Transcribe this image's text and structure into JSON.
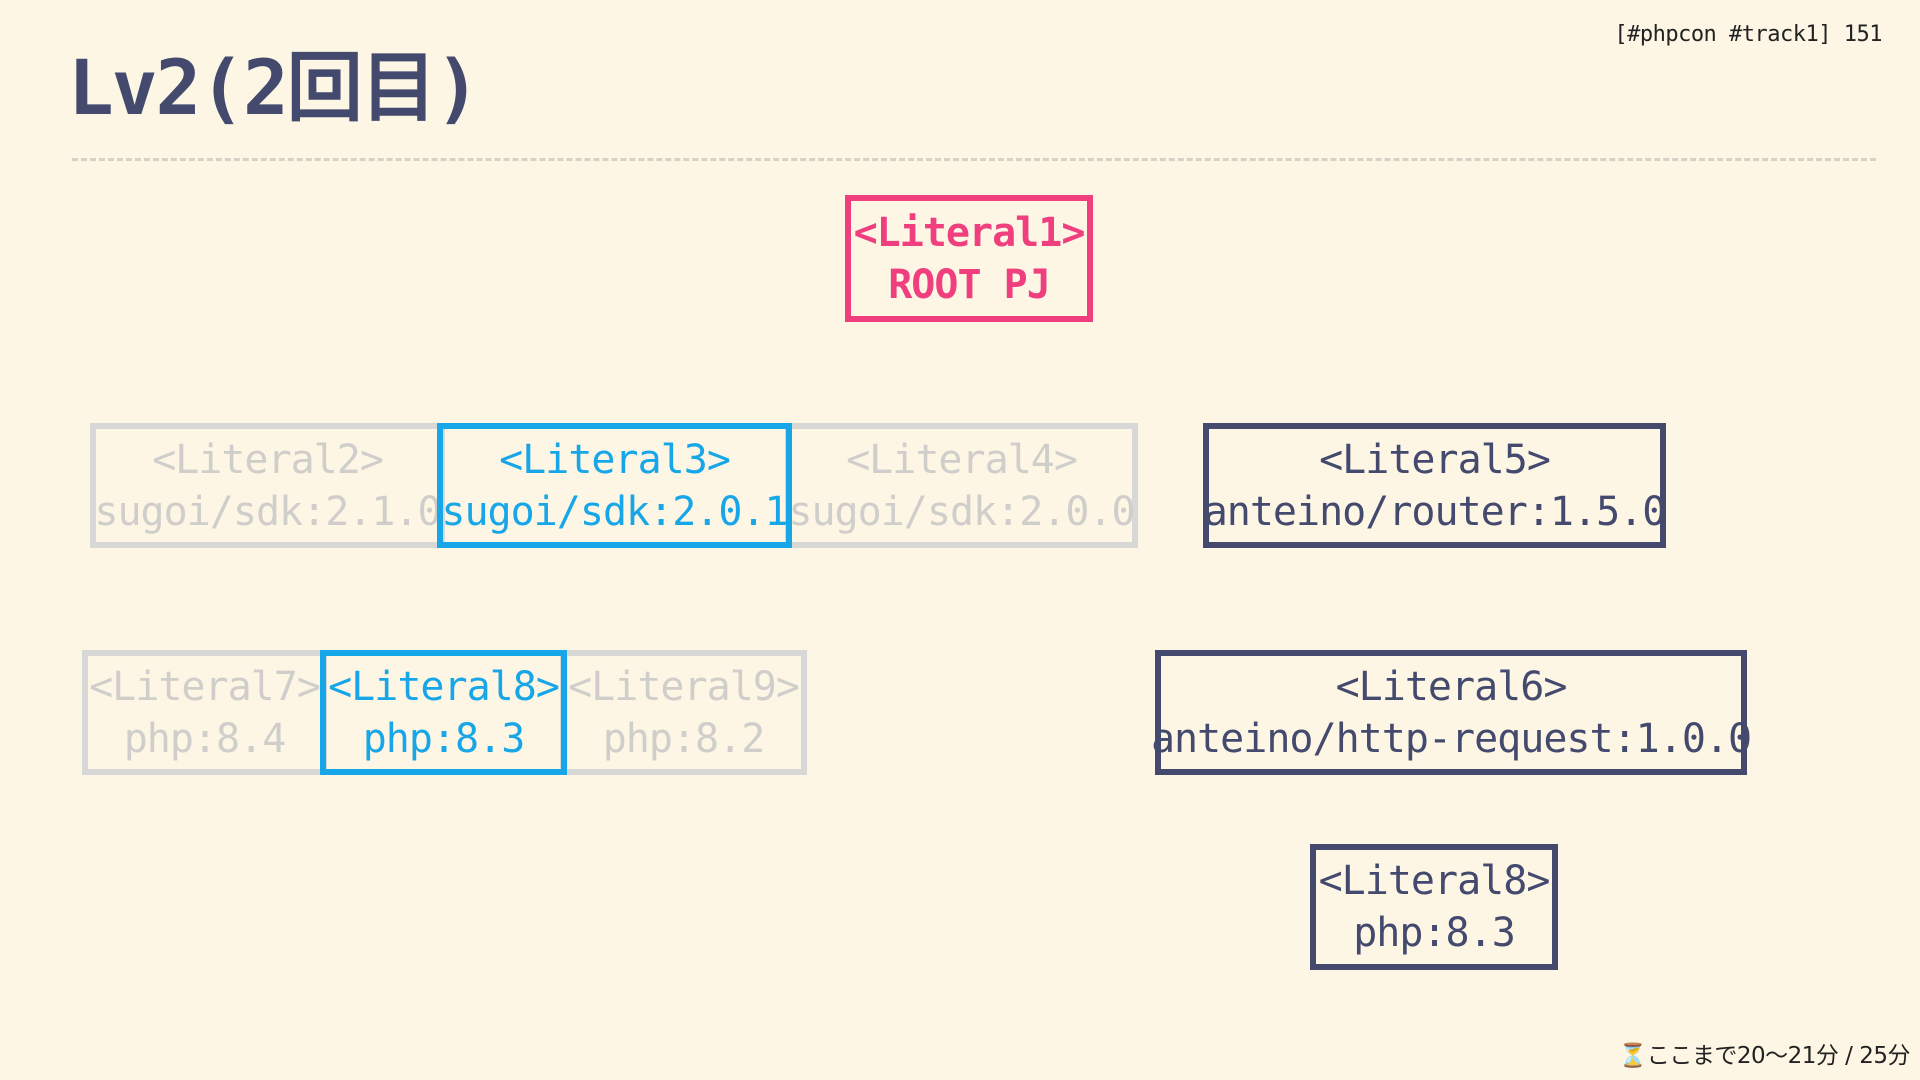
{
  "slide": {
    "title": "Lv2(2回目)",
    "meta": "[#phpcon #track1] 151",
    "timer": "⏳ここまで20〜21分 / 25分"
  },
  "colors": {
    "background": "#fdf6e5",
    "text": "#444a6e",
    "root_accent": "#ef3f7e",
    "selected_accent": "#17a6e8",
    "faded": "#d8d8d6"
  },
  "nodes": {
    "literal1": {
      "label": "<Literal1>",
      "value": "ROOT PJ",
      "state": "root"
    },
    "literal2": {
      "label": "<Literal2>",
      "value": "sugoi/sdk:2.1.0",
      "state": "faded"
    },
    "literal3": {
      "label": "<Literal3>",
      "value": "sugoi/sdk:2.0.1",
      "state": "selected"
    },
    "literal4": {
      "label": "<Literal4>",
      "value": "sugoi/sdk:2.0.0",
      "state": "faded"
    },
    "literal5": {
      "label": "<Literal5>",
      "value": "anteino/router:1.5.0",
      "state": "dark"
    },
    "literal7": {
      "label": "<Literal7>",
      "value": "php:8.4",
      "state": "faded"
    },
    "literal8a": {
      "label": "<Literal8>",
      "value": "php:8.3",
      "state": "selected"
    },
    "literal9": {
      "label": "<Literal9>",
      "value": "php:8.2",
      "state": "faded"
    },
    "literal6": {
      "label": "<Literal6>",
      "value": "anteino/http-request:1.0.0",
      "state": "dark"
    },
    "literal8b": {
      "label": "<Literal8>",
      "value": "php:8.3",
      "state": "dark"
    }
  }
}
